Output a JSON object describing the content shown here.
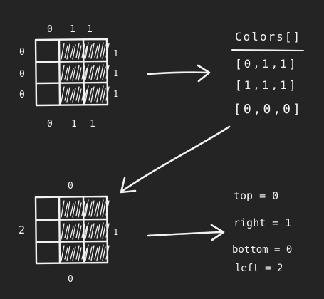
{
  "top_grid": {
    "col_labels_top": [
      "0",
      "1",
      "1"
    ],
    "col_labels_bottom": [
      "0",
      "1",
      "1"
    ],
    "row_labels_left": [
      "0",
      "0",
      "0"
    ],
    "row_labels_right": [
      "1",
      "1",
      "1"
    ]
  },
  "colors_list": {
    "title": "Colors[]",
    "entries": [
      "[0,1,1]",
      "[1,1,1]",
      "[0,0,0]"
    ]
  },
  "bottom_grid": {
    "top_label": "0",
    "left_label": "2",
    "right_label": "1",
    "bottom_label": "0"
  },
  "result": {
    "lines": [
      "top = 0",
      "right = 1",
      "bottom = 0",
      "left = 2"
    ]
  }
}
